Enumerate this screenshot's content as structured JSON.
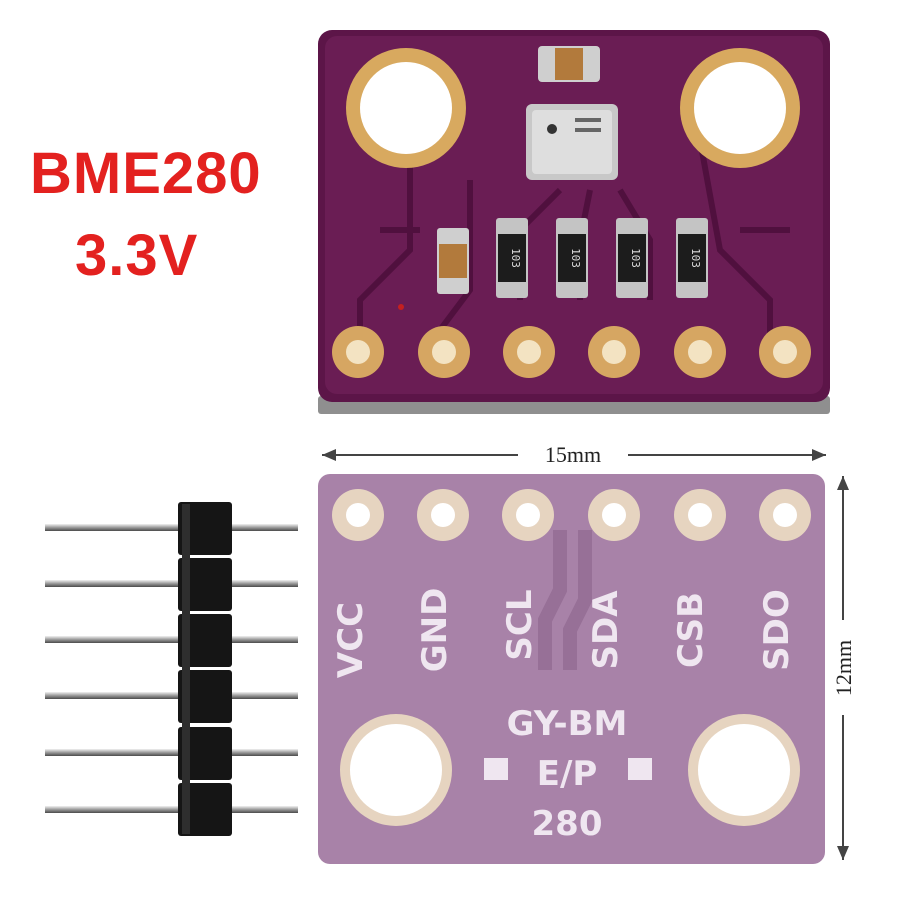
{
  "title": {
    "line1": "BME280",
    "line2": "3.3V"
  },
  "dimensions": {
    "width": "15mm",
    "height": "12mm"
  },
  "resistors": [
    "103",
    "103",
    "103",
    "103"
  ],
  "pin_labels": [
    "VCC",
    "GND",
    "SCL",
    "SDA",
    "CSB",
    "SDO"
  ],
  "board_text": {
    "line1": "GY-BM",
    "line2": "E/P",
    "line3": "280"
  },
  "colors": {
    "title": "#e3211f",
    "pcb_front": "#6a1d54",
    "pcb_back": "#a882a8",
    "gold": "#d6a662"
  }
}
